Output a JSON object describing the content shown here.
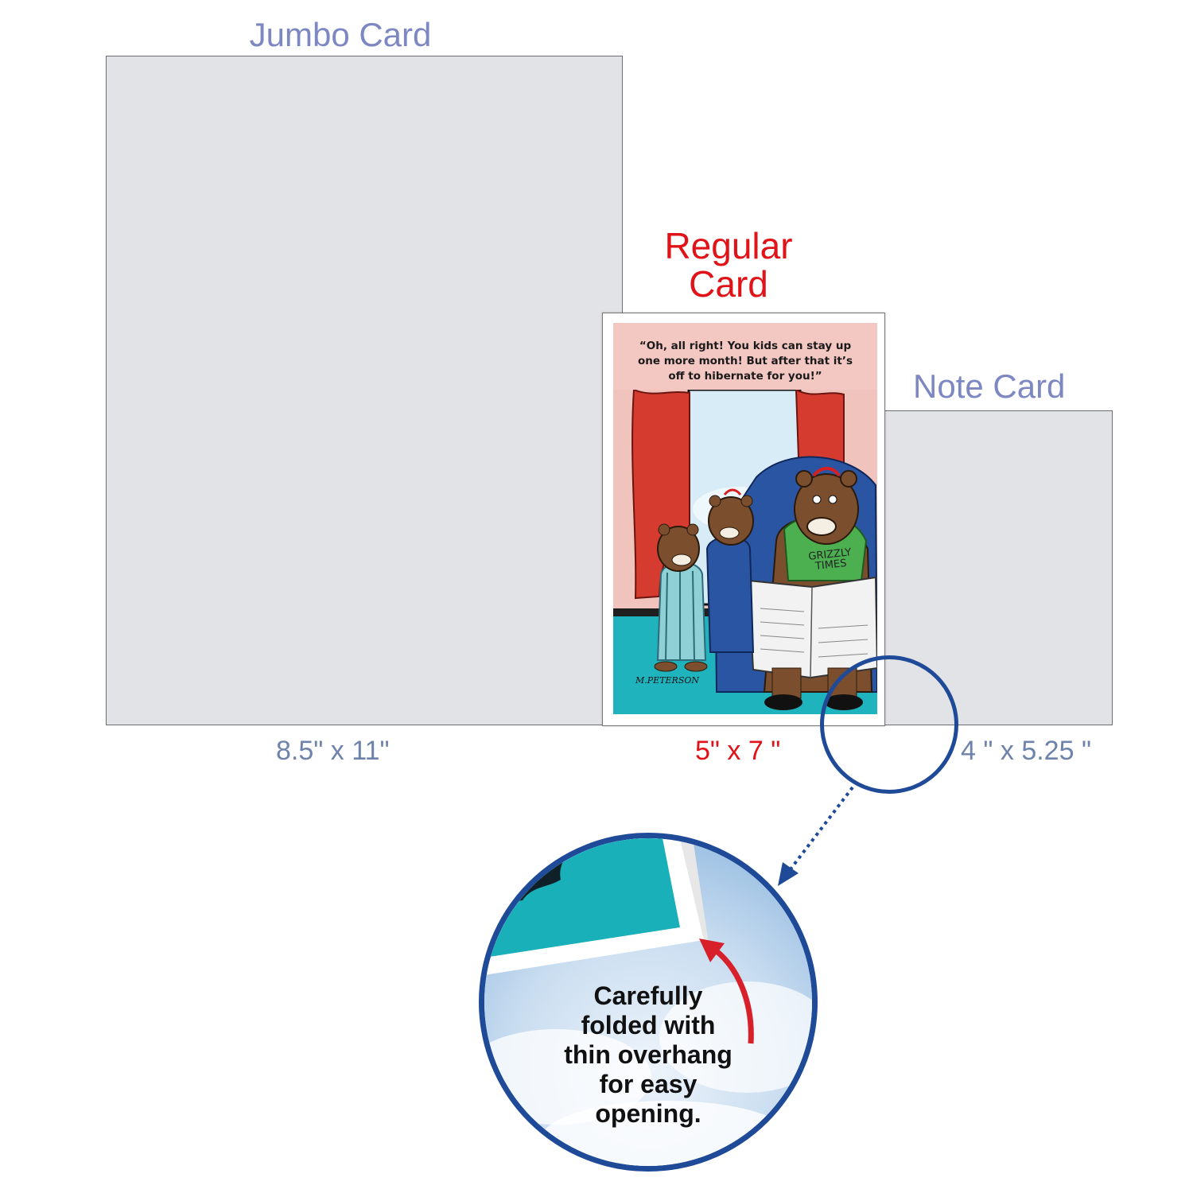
{
  "jumbo": {
    "title": "Jumbo Card",
    "size": "8.5\"   x 11\"",
    "color": "#7d87c1"
  },
  "regular": {
    "title_line1": "Regular",
    "title_line2": "Card",
    "size": "5\" x 7 \"",
    "color": "#e01418",
    "caption": [
      "“Oh, all right! You kids can stay up",
      "one more month! But after that it’s",
      "off to hibernate for you!”"
    ],
    "newspaper": [
      "GRIZZLY",
      "TIMES"
    ],
    "signature": "M.PETERSON"
  },
  "note": {
    "title": "Note Card",
    "size": "4 \" x 5.25 \"",
    "color": "#7d87c1"
  },
  "size_label_color": "#6e83aa",
  "callout": {
    "lines": [
      "Carefully",
      "folded with",
      "thin overhang",
      "for easy",
      "opening."
    ],
    "ring_color": "#1e4a98",
    "arrow_color": "#d8202a"
  }
}
